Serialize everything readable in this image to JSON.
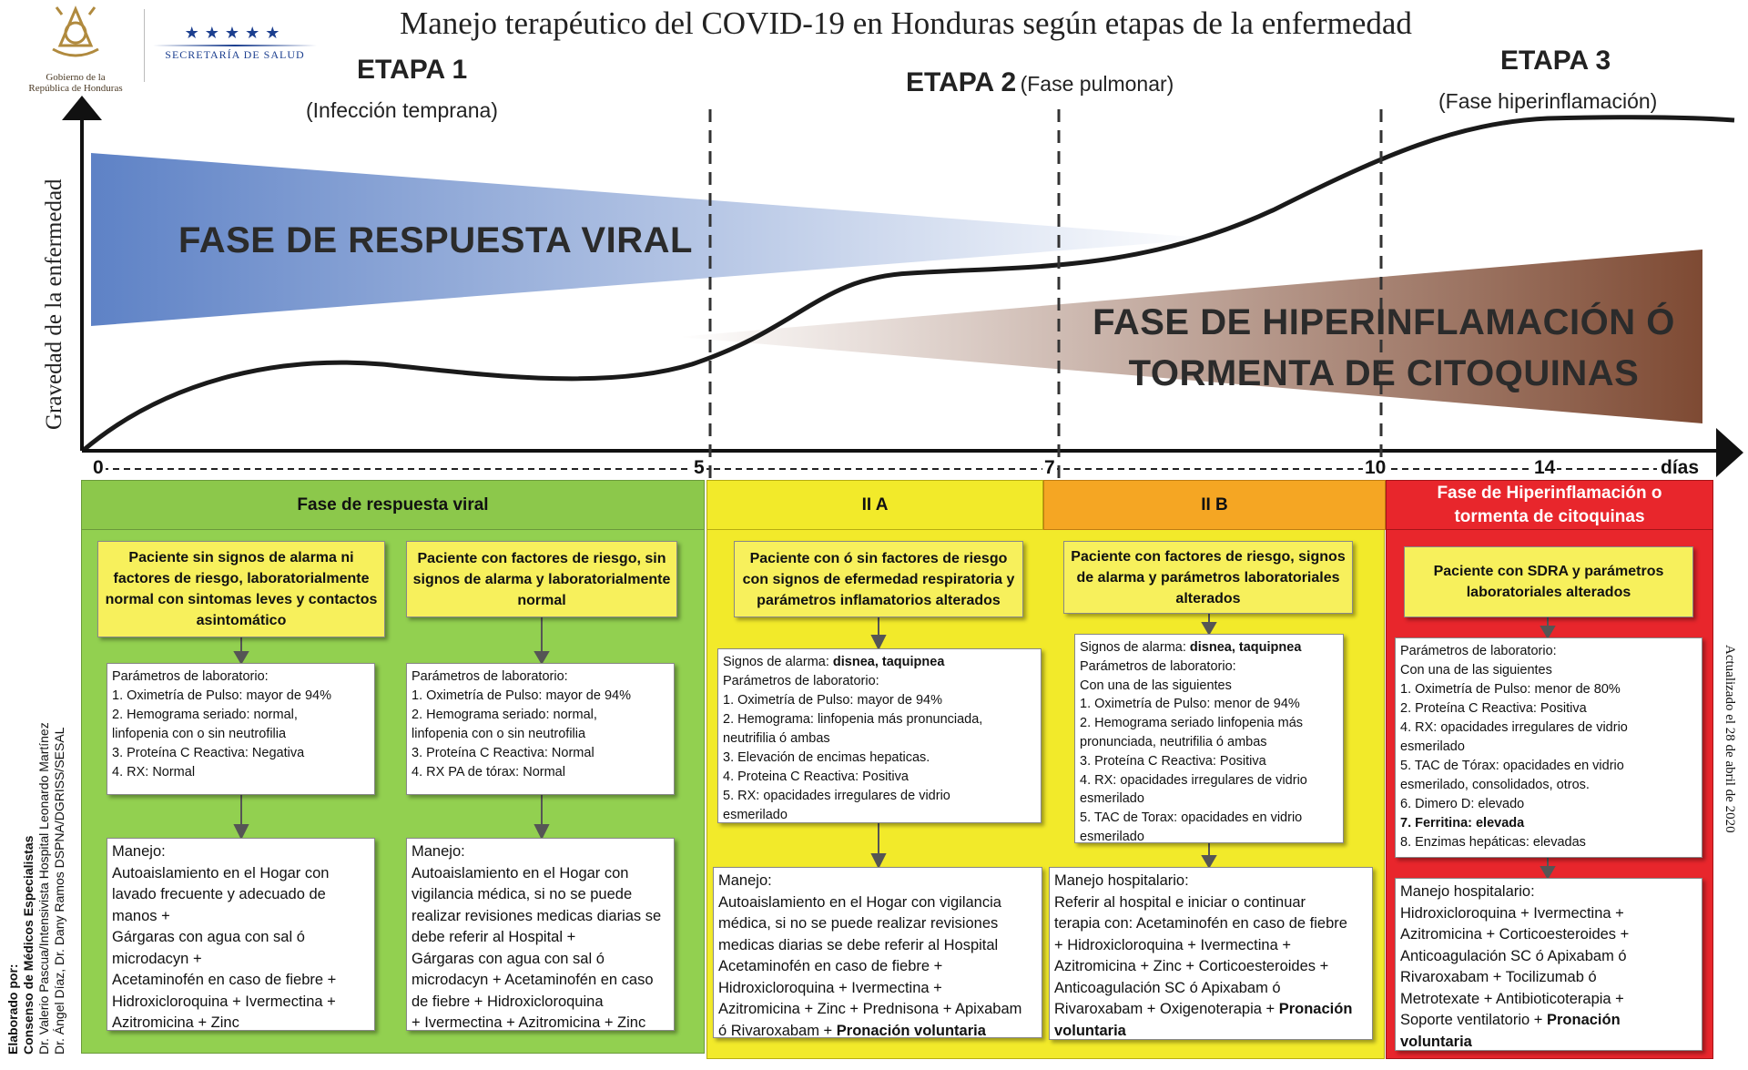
{
  "title": "Manejo terapéutico del COVID-19 en Honduras según etapas de la enfermedad",
  "logo_gobierno": [
    "Gobierno de la",
    "República de Honduras"
  ],
  "logo_secretaria": "SECRETARÍA DE SALUD",
  "stages": {
    "etapa1": {
      "label": "ETAPA 1",
      "sub": "(Infección temprana)"
    },
    "etapa2": {
      "label": "ETAPA 2",
      "sub": "(Fase pulmonar)"
    },
    "etapa3": {
      "label": "ETAPA 3",
      "sub": "(Fase hiperinflamación)"
    }
  },
  "y_axis_label": "Gravedad de la enfermedad",
  "x_axis": {
    "ticks": [
      "0",
      "5",
      "7",
      "10",
      "14"
    ],
    "unit": "días"
  },
  "phase_viral_big": "FASE DE RESPUESTA VIRAL",
  "phase_hyper_big": [
    "FASE DE HIPERINFLAMACIÓN Ó",
    "TORMENTA DE CITOQUINAS"
  ],
  "colors": {
    "green": "#92d050",
    "yellow": "#f2ea2a",
    "orange": "#f5a623",
    "red": "#e8262c",
    "box_yellow": "#f7f05c",
    "blue_grad": "#6f8fc9",
    "brown_grad": "#8a5a44"
  },
  "bands": {
    "viral": "Fase de respuesta viral",
    "iia": "II A",
    "iib": "II B",
    "hyper": [
      "Fase de Hiperinflamación o",
      "tormenta de citoquinas"
    ]
  },
  "col1": {
    "header": "Paciente sin signos de alarma ni factores de riesgo, laboratorialmente normal con sintomas leves y contactos asintomático",
    "lab": [
      "Parámetros de laboratorio:",
      "1. Oximetría de Pulso: mayor de 94%",
      "2. Hemograma seriado: normal,",
      "linfopenia con o sin neutrofilia",
      "3. Proteína C Reactiva: Negativa",
      "4. RX: Normal"
    ],
    "manejo": [
      "Manejo:",
      "Autoaislamiento en el Hogar con",
      "lavado frecuente y adecuado de",
      "manos +",
      "Gárgaras con agua con sal ó",
      "microdacyn +",
      "Acetaminofén en caso de fiebre +",
      "Hidroxicloroquina + Ivermectina +",
      "Azitromicina + Zinc"
    ]
  },
  "col2": {
    "header": "Paciente con factores de riesgo, sin signos de alarma y laboratorialmente normal",
    "lab": [
      "Parámetros de laboratorio:",
      "1. Oximetría de Pulso: mayor de 94%",
      "2. Hemograma seriado: normal,",
      "linfopenia con o sin neutrofilia",
      "3. Proteína C Reactiva: Normal",
      "4. RX PA de tórax: Normal"
    ],
    "manejo": [
      "Manejo:",
      "Autoaislamiento en el Hogar con",
      "vigilancia médica, si no se puede",
      "realizar revisiones medicas diarias se",
      "debe referir al Hospital +",
      "Gárgaras con agua con sal ó",
      "microdacyn + Acetaminofén en caso",
      "de fiebre + Hidroxicloroquina",
      "+ Ivermectina + Azitromicina + Zinc"
    ]
  },
  "col3": {
    "header": "Paciente con ó sin factores de riesgo con signos de efermedad respiratoria y parámetros inflamatorios alterados",
    "alarma_label": "Signos de alarma: ",
    "alarma_value": "disnea, taquipnea",
    "lab": [
      "Parámetros de laboratorio:",
      "1. Oximetría de Pulso: mayor de 94%",
      "2. Hemograma: linfopenia más pronunciada,",
      "neutrifilia ó ambas",
      "3. Elevación de encimas hepaticas.",
      "4. Proteina C Reactiva: Positiva",
      "5. RX: opacidades irregulares de vidrio",
      "esmerilado"
    ],
    "manejo": [
      "Manejo:",
      "Autoaislamiento en el Hogar con vigilancia",
      "médica, si no se puede realizar revisiones",
      "medicas diarias se debe referir al Hospital",
      "Acetaminofén en caso de fiebre +",
      "Hidroxicloroquina + Ivermectina +",
      "Azitromicina + Zinc + Prednisona + Apixabam"
    ],
    "manejo_last": "ó Rivaroxabam + ",
    "manejo_last_bold": "Pronación voluntaria"
  },
  "col4": {
    "header": "Paciente con factores de riesgo, signos de alarma y parámetros laboratoriales alterados",
    "alarma_label": "Signos de alarma: ",
    "alarma_value": "disnea, taquipnea",
    "lab": [
      "Parámetros de laboratorio:",
      "Con una de las siguientes",
      "1. Oximetría de Pulso: menor de 94%",
      "2. Hemograma seriado linfopenia más",
      "pronunciada, neutrifilia ó ambas",
      "3. Proteína C Reactiva: Positiva",
      "4. RX: opacidades irregulares de vidrio",
      "esmerilado",
      "5. TAC de Torax: opacidades en vidrio",
      "esmerilado"
    ],
    "manejo": [
      "Manejo hospitalario:",
      "Referir al hospital e iniciar o continuar",
      "terapia con: Acetaminofén en caso de fiebre",
      "+ Hidroxicloroquina + Ivermectina +",
      "Azitromicina + Zinc + Corticoesteroides +",
      "Anticoagulación SC ó Apixabam ó",
      "Rivaroxabam + Oxigenoterapia + "
    ],
    "manejo_bold": "Pronación",
    "manejo_last_bold": "voluntaria"
  },
  "col5": {
    "header": "Paciente con SDRA y parámetros laboratoriales alterados",
    "lab": [
      "Parámetros de laboratorio:",
      "Con una de las siguientes",
      "1. Oximetría de Pulso: menor de 80%",
      "2. Proteína C Reactiva: Positiva",
      "4. RX: opacidades irregulares de vidrio",
      "esmerilado",
      "5. TAC de Tórax: opacidades en vidrio",
      "esmerilado, consolidados, otros.",
      "6. Dimero D: elevado"
    ],
    "lab_bold": "7. Ferritina: elevada",
    "lab_last": "8. Enzimas hepáticas: elevadas",
    "manejo": [
      "Manejo hospitalario:",
      "Hidroxicloroquina + Ivermectina +",
      "Azitromicina + Corticoesteroides +",
      "Anticoagulación SC ó Apixabam ó",
      "Rivaroxabam + Tocilizumab ó",
      "Metrotexate + Antibioticoterapia +",
      "Soporte ventilatorio + "
    ],
    "manejo_bold": "Pronación",
    "manejo_last_bold": "voluntaria"
  },
  "credits": [
    "Elaborado por:",
    "Consenso de Médicos Especialistas",
    "Dr. Valerio Pascua/Intensivista Hospital Leonardo Martínez",
    "Dr. Ángel Díaz, Dr. Dany Ramos DSPNA/DGRISS/SESAL"
  ],
  "updated": "Actualizado el 28 de abril de 2020"
}
